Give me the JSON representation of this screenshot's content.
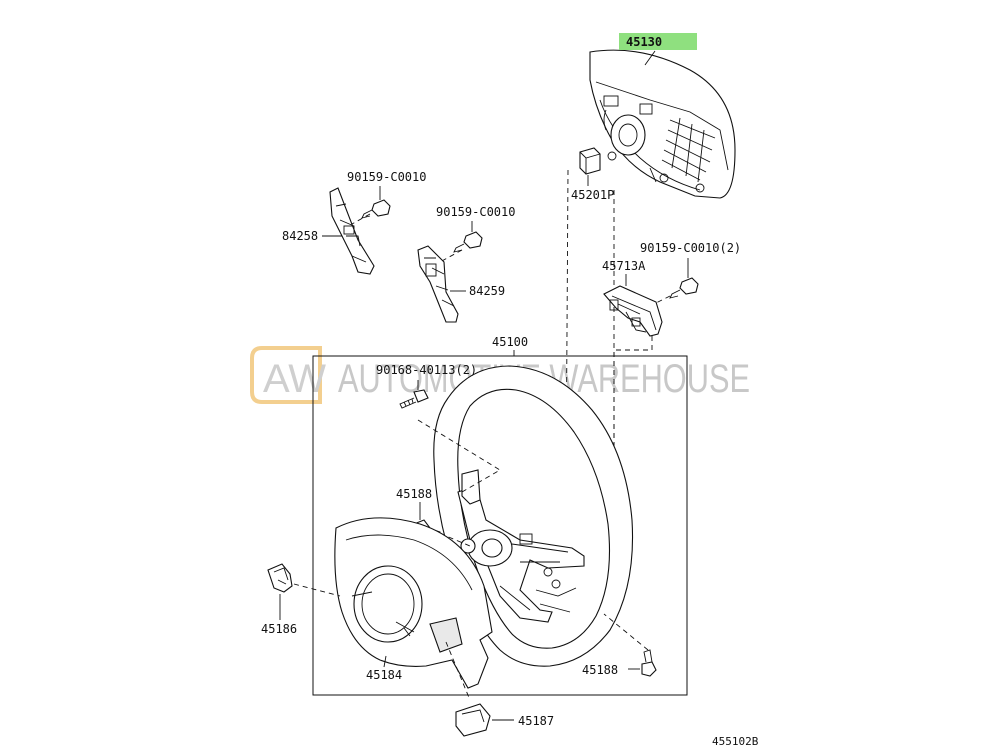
{
  "callouts": {
    "p45130": "45130",
    "p45201P": "45201P",
    "p90159_a": "90159-C0010",
    "p84258": "84258",
    "p90159_b": "90159-C0010",
    "p84259": "84259",
    "p90159_c": "90159-C0010(2)",
    "p45713A": "45713A",
    "p45100": "45100",
    "p90168": "90168-40113(2)",
    "p45188_a": "45188",
    "p45186": "45186",
    "p45184": "45184",
    "p45188_b": "45188",
    "p45187": "45187"
  },
  "diagram_code": "455102B",
  "watermark": {
    "logo": "AW",
    "text": "AUTOMOTIVE WAREHOUSE"
  },
  "colors": {
    "highlight": "#8fe07f",
    "logo_outline": "#f3cf8f",
    "watermark": "#c8c8c8",
    "line": "#111111"
  }
}
